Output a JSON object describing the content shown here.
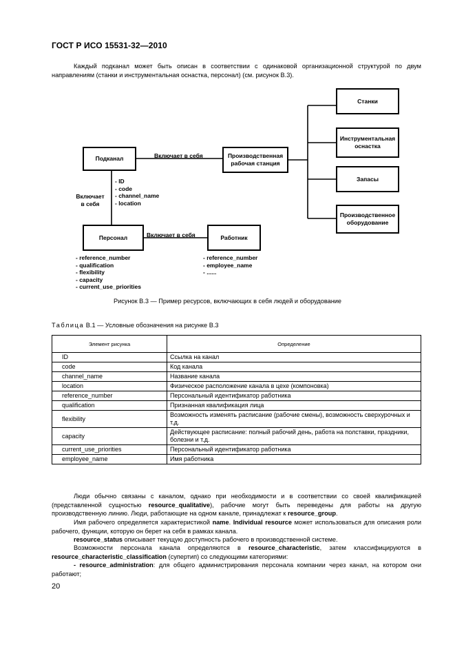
{
  "header": {
    "title": "ГОСТ Р ИСО 15531-32—2010"
  },
  "intro": "Каждый подканал может быть описан в соответствии с одинаковой организационной структурой по двум направлениям (станки и инструментальная оснастка, персонал) (см. рисунок В.3).",
  "figure": {
    "subchannel": "Подканал",
    "workstation_line1": "Производственная",
    "workstation_line2": "рабочая станция",
    "personnel": "Персонал",
    "worker": "Работник",
    "machines": "Станки",
    "tooling_line1": "Инструментальная",
    "tooling_line2": "оснастка",
    "stock": "Запасы",
    "equipment_line1": "Производственное",
    "equipment_line2": "оборудование",
    "includes": "Включает в себя",
    "includes_v1": "Включает",
    "includes_v2": "в себя",
    "channel_attrs": [
      "- ID",
      "- code",
      "- channel_name",
      "- location"
    ],
    "personnel_attrs": [
      "- reference_number",
      "- qualification",
      "- flexibility",
      "- capacity",
      "- current_use_priorities"
    ],
    "worker_attrs": [
      "- reference_number",
      "- employee_name",
      "- ......"
    ],
    "caption": "Рисунок В.3 — Пример ресурсов, включающих в себя людей и оборудование"
  },
  "table": {
    "caption_spaced": "Таблица",
    "caption_rest": " В.1 — Условные обозначения на рисунке В.3",
    "col1": "Элемент рисунка",
    "col2": "Определение",
    "rows": [
      {
        "el": "ID",
        "def": "Ссылка на канал"
      },
      {
        "el": "code",
        "def": "Код канала"
      },
      {
        "el": "channel_name",
        "def": "Название канала"
      },
      {
        "el": "location",
        "def": "Физическое расположение канала в цехе (компоновка)"
      },
      {
        "el": "reference_number",
        "def": "Персональный идентификатор работника"
      },
      {
        "el": "qualification",
        "def": "Признанная квалификация лица"
      },
      {
        "el": "flexibility",
        "def": "Возможность изменять расписание (рабочие смены), возможность сверхурочных и т.д."
      },
      {
        "el": "capacity",
        "def": "Действующее расписание: полный рабочий день, работа на полставки, праздники, болезни и т.д."
      },
      {
        "el": "current_use_priorities",
        "def": "Персональный идентификатор работника"
      },
      {
        "el": "employee_name",
        "def": "Имя работника"
      }
    ]
  },
  "body": {
    "p1_a": "Люди обычно связаны с каналом, однако при необходимости и в соответствии со своей квалификацией (представленной сущностью ",
    "p1_b": "resource_qualitative",
    "p1_c": "), рабочие могут быть переведены для работы на другую производственную линию. Люди, работающие на одном канале, принадлежат к ",
    "p1_d": "resource_group",
    "p1_e": ".",
    "p2_a": "Имя рабочего определяется характеристикой ",
    "p2_b": "name",
    "p2_c": ". ",
    "p2_d": "Individual resource",
    "p2_e": " может использоваться для описания роли рабочего, функции, которую он берет на себя в рамках канала.",
    "p3_a": "resource_status",
    "p3_b": " описывает текущую доступность рабочего в производственной системе.",
    "p4_a": "Возможности персонала канала определяются в ",
    "p4_b": "resource_characteristic",
    "p4_c": ", затем классифицируются в ",
    "p4_d": "resource_characteristic_classification",
    "p4_e": " (супертип) со следующими категориями:",
    "p5_a": "- resource_administration",
    "p5_b": ": для общего администрирования персонала компании через канал, на котором они работают;"
  },
  "footer": {
    "page": "20"
  }
}
